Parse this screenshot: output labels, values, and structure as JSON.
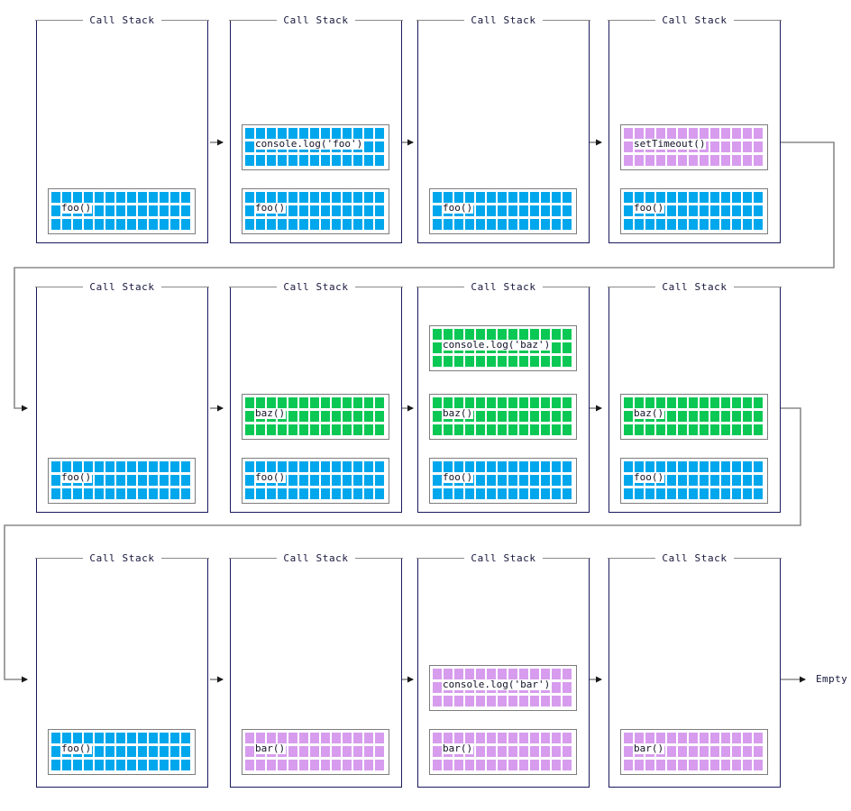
{
  "diagram": {
    "title_legend": "Call Stack",
    "terminal_label": "Empty",
    "colors": {
      "blue": "#00a7ec",
      "green": "#0bc855",
      "purple": "#d79cee",
      "panel_border": "#1a1a5e",
      "frame_border": "#7d7d7d",
      "wire": "#8a8a8a",
      "arrow": "#1a1a1a",
      "text": "#16163c",
      "background": "#ffffff"
    }
  },
  "rows": [
    {
      "index": 1,
      "panels": [
        {
          "legend": "Call Stack",
          "frames": [
            {
              "label": "foo()",
              "color": "blue",
              "slot": "bottom"
            }
          ]
        },
        {
          "legend": "Call Stack",
          "frames": [
            {
              "label": "console.log('foo')",
              "color": "blue",
              "slot": "mid"
            },
            {
              "label": "foo()",
              "color": "blue",
              "slot": "bottom"
            }
          ]
        },
        {
          "legend": "Call Stack",
          "frames": [
            {
              "label": "foo()",
              "color": "blue",
              "slot": "bottom"
            }
          ]
        },
        {
          "legend": "Call Stack",
          "frames": [
            {
              "label": "setTimeout()",
              "color": "purple",
              "slot": "mid"
            },
            {
              "label": "foo()",
              "color": "blue",
              "slot": "bottom"
            }
          ]
        }
      ]
    },
    {
      "index": 2,
      "panels": [
        {
          "legend": "Call Stack",
          "frames": [
            {
              "label": "foo()",
              "color": "blue",
              "slot": "bottom"
            }
          ]
        },
        {
          "legend": "Call Stack",
          "frames": [
            {
              "label": "baz()",
              "color": "green",
              "slot": "mid"
            },
            {
              "label": "foo()",
              "color": "blue",
              "slot": "bottom"
            }
          ]
        },
        {
          "legend": "Call Stack",
          "frames": [
            {
              "label": "console.log('baz')",
              "color": "green",
              "slot": "top"
            },
            {
              "label": "baz()",
              "color": "green",
              "slot": "mid"
            },
            {
              "label": "foo()",
              "color": "blue",
              "slot": "bottom"
            }
          ]
        },
        {
          "legend": "Call Stack",
          "frames": [
            {
              "label": "baz()",
              "color": "green",
              "slot": "mid"
            },
            {
              "label": "foo()",
              "color": "blue",
              "slot": "bottom"
            }
          ]
        }
      ]
    },
    {
      "index": 3,
      "panels": [
        {
          "legend": "Call Stack",
          "frames": [
            {
              "label": "foo()",
              "color": "blue",
              "slot": "bottom"
            }
          ]
        },
        {
          "legend": "Call Stack",
          "frames": [
            {
              "label": "bar()",
              "color": "purple",
              "slot": "bottom"
            }
          ]
        },
        {
          "legend": "Call Stack",
          "frames": [
            {
              "label": "console.log('bar')",
              "color": "purple",
              "slot": "mid"
            },
            {
              "label": "bar()",
              "color": "purple",
              "slot": "bottom"
            }
          ]
        },
        {
          "legend": "Call Stack",
          "frames": [
            {
              "label": "bar()",
              "color": "purple",
              "slot": "bottom"
            }
          ]
        }
      ]
    }
  ]
}
